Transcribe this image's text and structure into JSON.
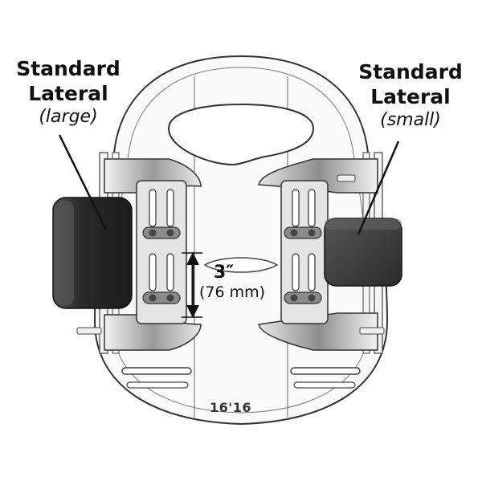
{
  "labels": {
    "left": {
      "line1": "Standard",
      "line2": "Lateral",
      "line3": "(large)"
    },
    "right": {
      "line1": "Standard",
      "line2": "Lateral",
      "line3": "(small)"
    }
  },
  "dimension": {
    "imperial": "3″",
    "metric": "(76 mm)"
  },
  "part_number": "16'16",
  "colors": {
    "line": "#333333",
    "pad_dark": "#2a2a2a",
    "pad_mid": "#4a4a4a",
    "bracket": "#e4e4e4"
  }
}
